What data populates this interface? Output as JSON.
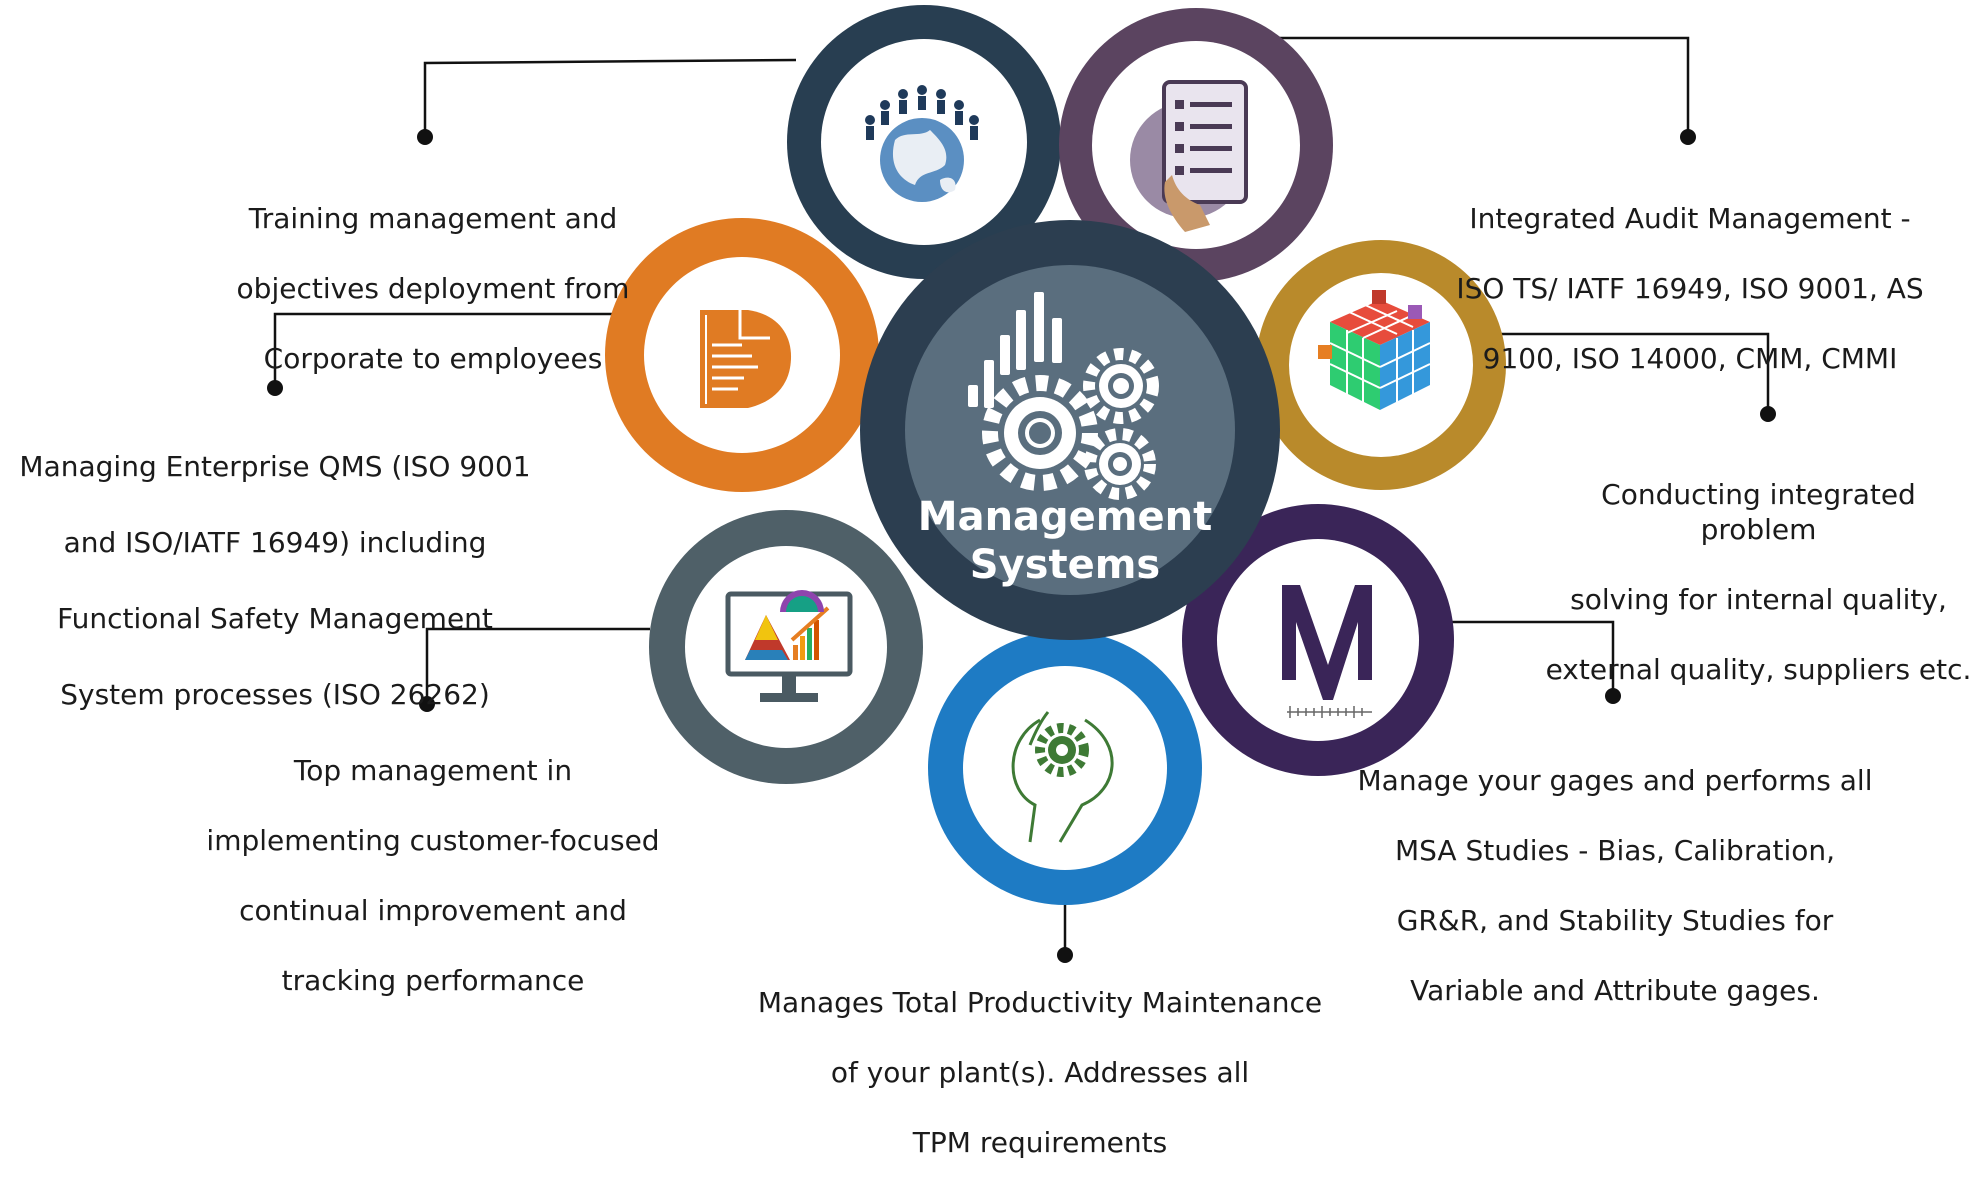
{
  "center": {
    "title_line1": "Management",
    "title_line2": "Systems",
    "icon": "bars-and-gears-icon",
    "color": "#2c3e50",
    "inner_color": "#5a6e7e"
  },
  "nodes": [
    {
      "id": "training",
      "icon": "people-globe-icon",
      "ring_color": "#283e51",
      "caption": [
        "Training management and",
        "objectives deployment from",
        "Corporate to employees"
      ]
    },
    {
      "id": "audit",
      "icon": "checklist-tablet-icon",
      "ring_color": "#5b4460",
      "caption": [
        "Integrated Audit Management  -",
        "ISO TS/ IATF 16949, ISO 9001, AS",
        "9100, ISO 14000, CMM, CMMI"
      ]
    },
    {
      "id": "qms",
      "icon": "document-icon",
      "ring_color": "#e07b23",
      "caption": [
        "Managing Enterprise QMS (ISO 9001",
        "and ISO/IATF 16949) including",
        "Functional Safety Management",
        "System processes (ISO 26262)"
      ]
    },
    {
      "id": "problem",
      "icon": "rubik-cube-icon",
      "ring_color": "#b98a2b",
      "caption": [
        "Conducting integrated problem",
        "solving for internal quality,",
        "external quality, suppliers etc."
      ]
    },
    {
      "id": "topmgmt",
      "icon": "monitor-chart-icon",
      "ring_color": "#4f6068",
      "caption": [
        "Top  management in",
        "implementing customer-focused",
        "continual improvement and",
        "tracking performance"
      ]
    },
    {
      "id": "tpm",
      "icon": "hand-gear-icon",
      "ring_color": "#1e7bc4",
      "caption": [
        "Manages Total Productivity Maintenance",
        "of your plant(s). Addresses all",
        "TPM requirements"
      ]
    },
    {
      "id": "gages",
      "icon": "m-gage-icon",
      "ring_color": "#3a2558",
      "caption": [
        "Manage  your gages and performs all",
        "MSA Studies - Bias, Calibration,",
        "GR&R, and Stability Studies for",
        "Variable and Attribute gages."
      ]
    }
  ]
}
